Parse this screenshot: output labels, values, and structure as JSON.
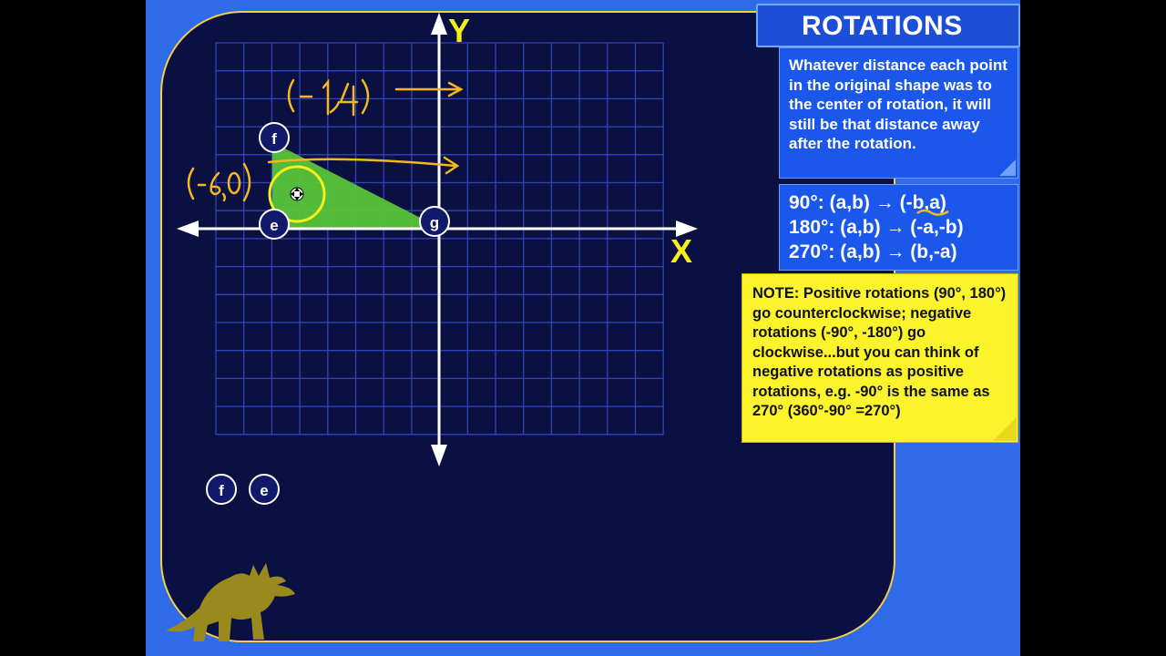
{
  "title": "ROTATIONS",
  "description": "Whatever distance each point in the original shape was to the center of rotation, it will still be that distance away after the rotation.",
  "formulas": [
    {
      "angle": "90°:",
      "mapping": "(a,b) → (-b,a)"
    },
    {
      "angle": "180°:",
      "mapping": "(a,b) → (-a,-b)"
    },
    {
      "angle": "270°:",
      "mapping": "(a,b) → (b,-a)"
    }
  ],
  "note": "NOTE: Positive rotations (90°, 180°) go counterclockwise; negative rotations (-90°, -180°) go clockwise...but you can think of negative rotations as positive rotations, e.g. -90° is the same as 270° (360°-90° =270°)",
  "axes": {
    "x_label": "X",
    "y_label": "Y"
  },
  "shape_points": [
    {
      "name": "f",
      "x": -6,
      "y": 3
    },
    {
      "name": "e",
      "x": -6,
      "y": 0
    },
    {
      "name": "g",
      "x": 0,
      "y": 0
    }
  ],
  "tray_labels": [
    "f",
    "e"
  ],
  "annotations": [
    "(-1,4)",
    "(-6,0)"
  ],
  "colors": {
    "board": "#0b1043",
    "grid": "#2f45b8",
    "triangle": "#58c43a",
    "highlight_circle": "#f4ef1d",
    "handwriting": "#f4b81c",
    "note_bg": "#fbf32c",
    "panel_bg": "#1a57ea"
  },
  "icons": [
    "move-cursor-icon",
    "dinosaur-logo"
  ]
}
